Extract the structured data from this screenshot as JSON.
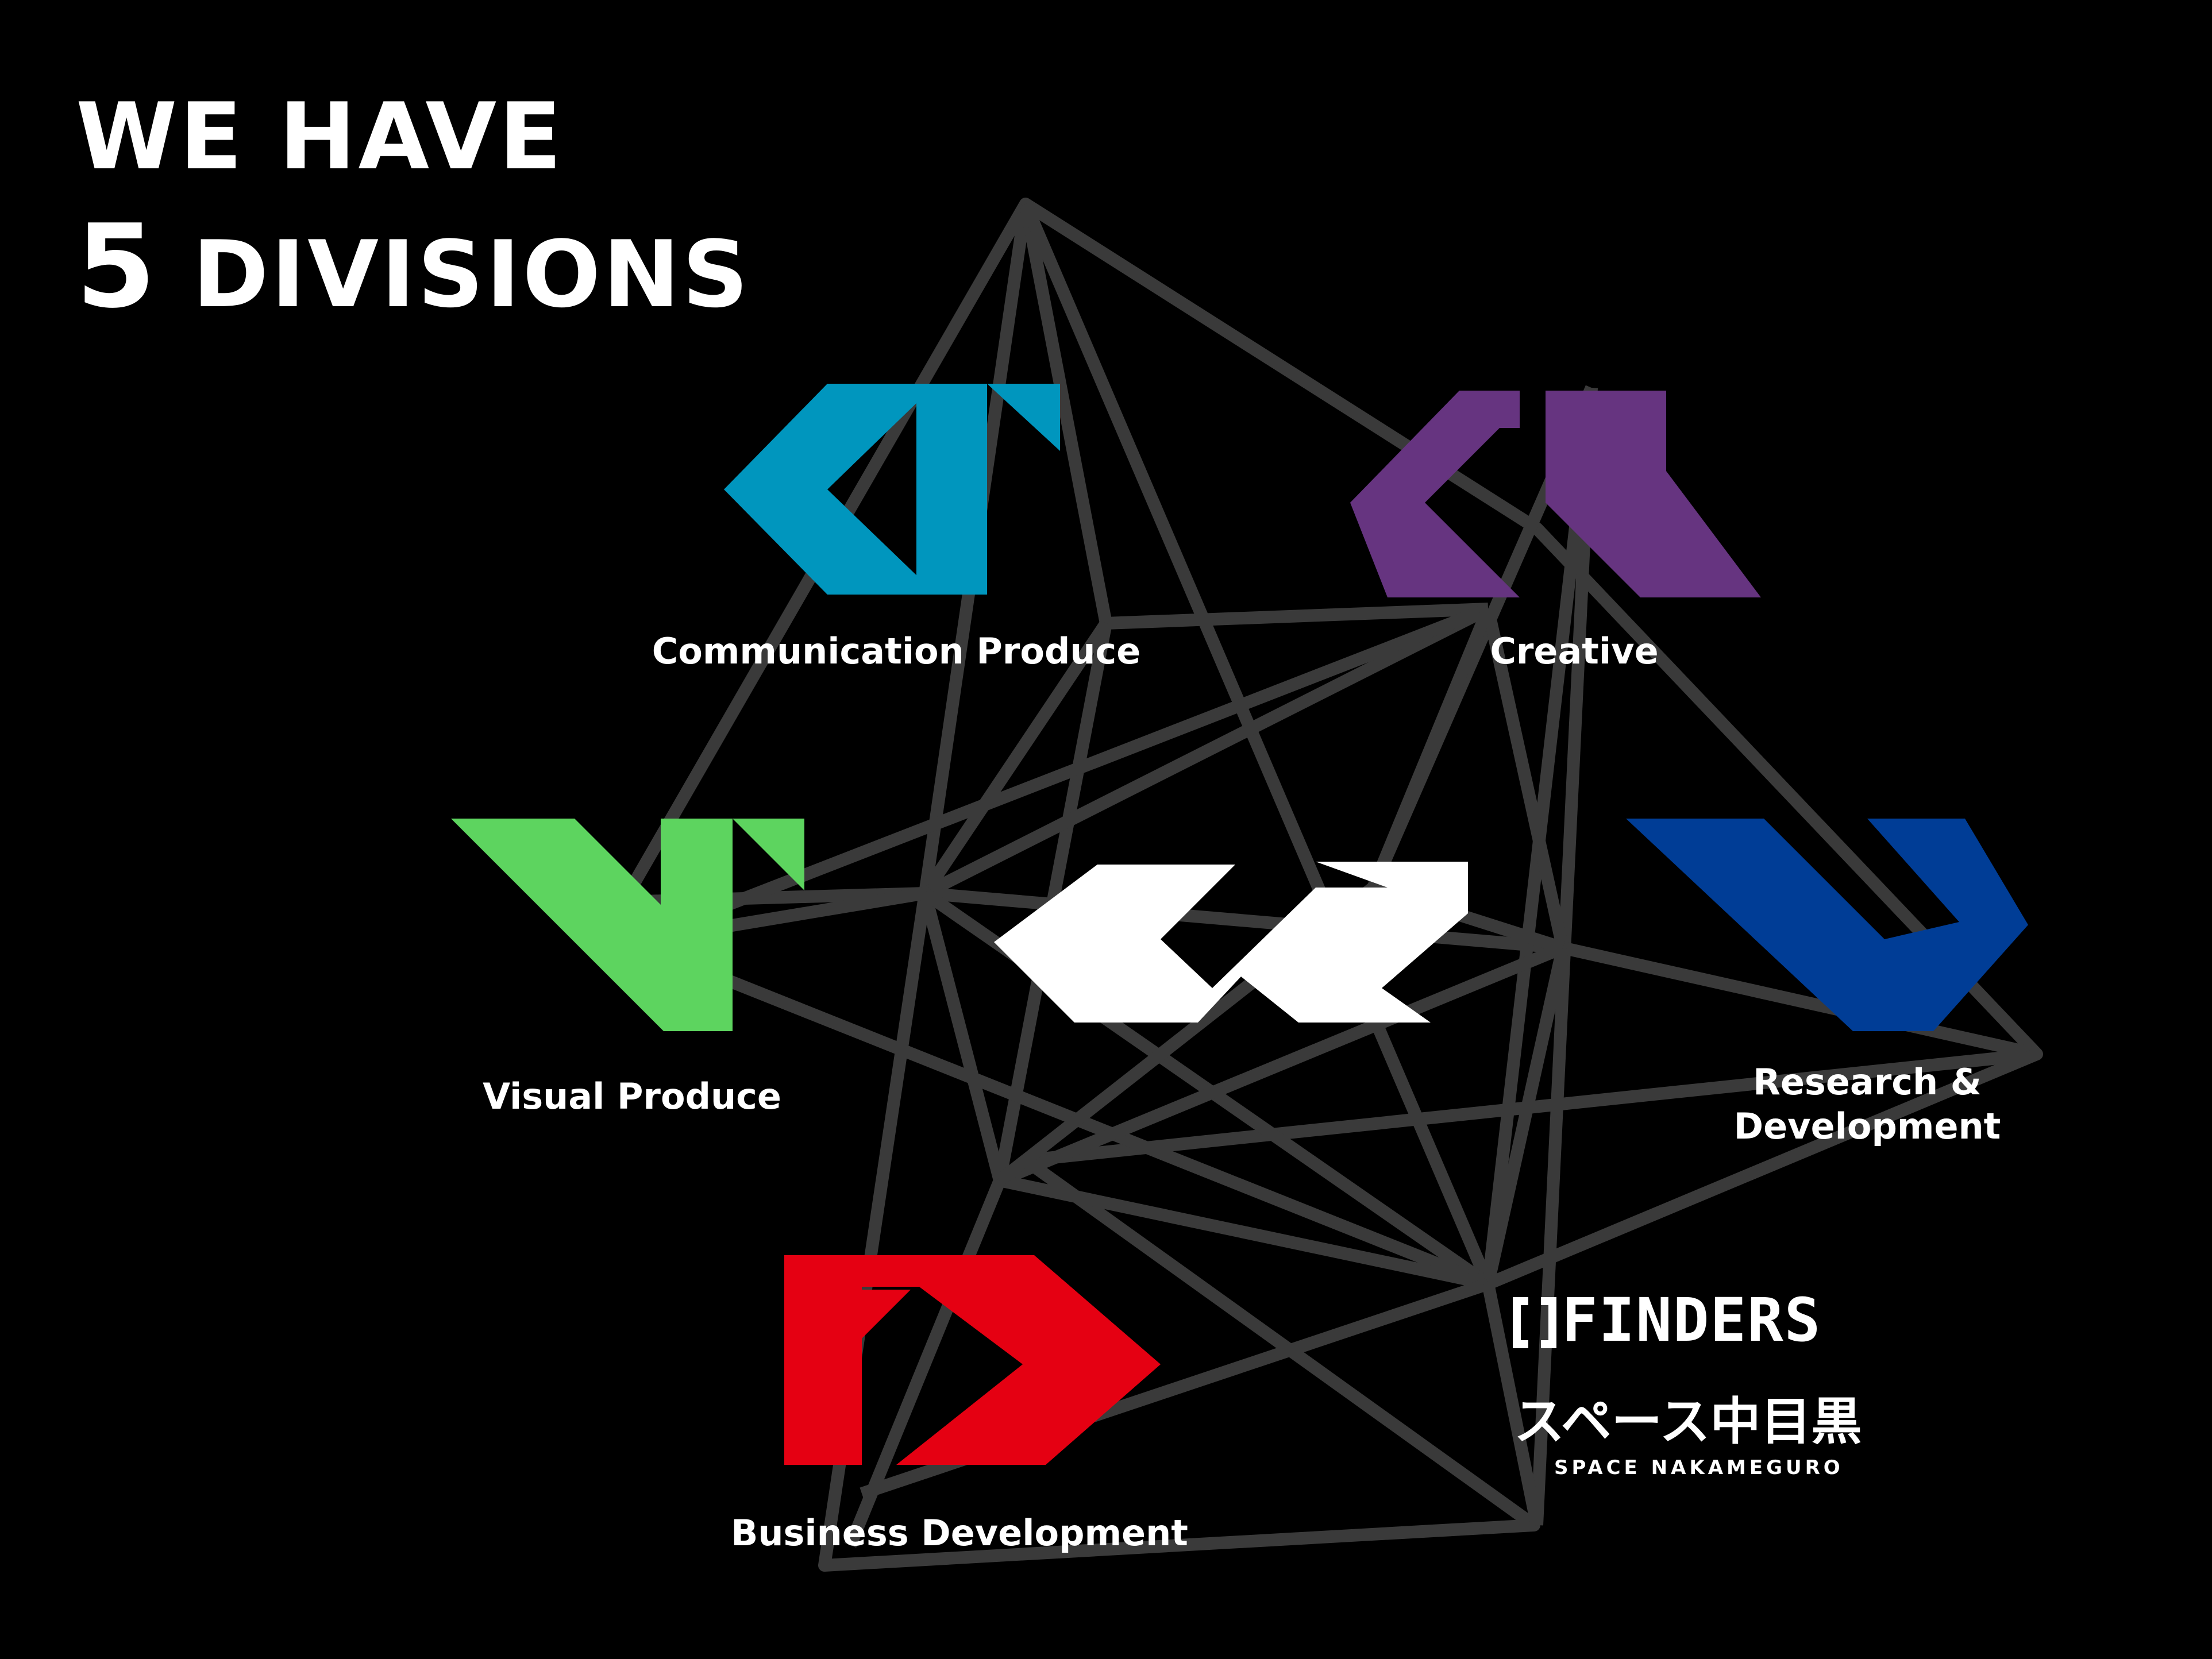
{
  "header": {
    "line1": "WE HAVE",
    "number": "5",
    "line2_rest": "DIVISIONS"
  },
  "divisions": [
    {
      "label": "Communication Produce",
      "color": "#0096be"
    },
    {
      "label": "Creative",
      "color": "#663480"
    },
    {
      "label": "Visual Produce",
      "color": "#5dd45f"
    },
    {
      "label": "Research &",
      "label2": "Development",
      "color": "#003d96"
    },
    {
      "label": "Business Development",
      "color": "#e50012"
    }
  ],
  "logos": {
    "finders": "FINDERS",
    "space_jp": "スペース中目黒",
    "space_en": "SPACE NAKAMEGURO"
  },
  "colors": {
    "background": "#000000",
    "network_lines": "#3a3a3a",
    "text": "#ffffff"
  }
}
